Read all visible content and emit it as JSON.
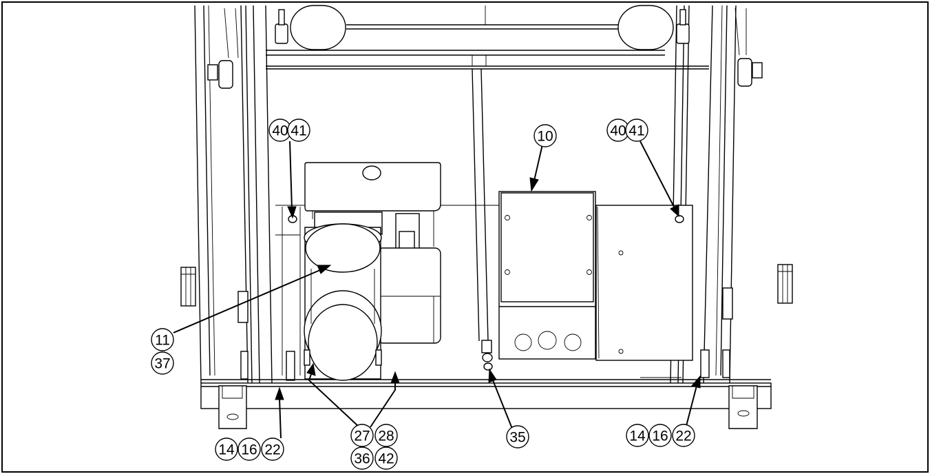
{
  "diagram": {
    "callouts": [
      {
        "id": "c40a",
        "label": "40"
      },
      {
        "id": "c41a",
        "label": "41"
      },
      {
        "id": "c10",
        "label": "10"
      },
      {
        "id": "c40b",
        "label": "40"
      },
      {
        "id": "c41b",
        "label": "41"
      },
      {
        "id": "c11",
        "label": "11"
      },
      {
        "id": "c37",
        "label": "37"
      },
      {
        "id": "c14a",
        "label": "14"
      },
      {
        "id": "c16a",
        "label": "16"
      },
      {
        "id": "c22a",
        "label": "22"
      },
      {
        "id": "c27",
        "label": "27"
      },
      {
        "id": "c28",
        "label": "28"
      },
      {
        "id": "c36",
        "label": "36"
      },
      {
        "id": "c42",
        "label": "42"
      },
      {
        "id": "c35",
        "label": "35"
      },
      {
        "id": "c14b",
        "label": "14"
      },
      {
        "id": "c16b",
        "label": "16"
      },
      {
        "id": "c22b",
        "label": "22"
      }
    ]
  }
}
